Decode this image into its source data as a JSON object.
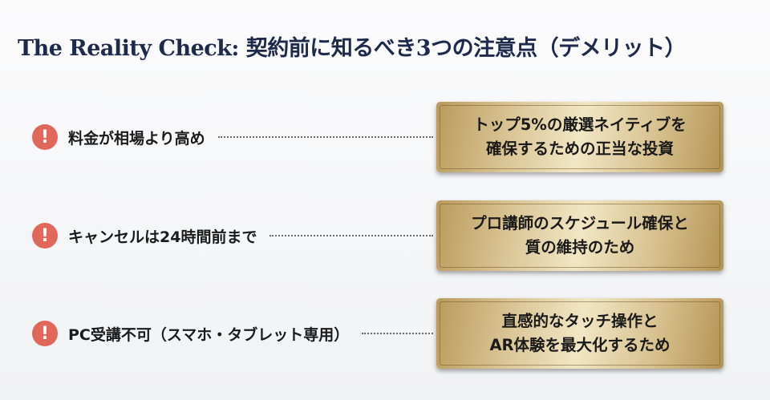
{
  "title": "The Reality Check: 契約前に知るべき3つの注意点（デメリット）",
  "items": [
    {
      "icon": "exclamation-icon",
      "label": "料金が相場より高め",
      "reason": [
        "トップ5%の厳選ネイティブを",
        "確保するための正当な投資"
      ]
    },
    {
      "icon": "exclamation-icon",
      "label": "キャンセルは24時間前まで",
      "reason": [
        "プロ講師のスケジュール確保と",
        "質の維持のため"
      ]
    },
    {
      "icon": "exclamation-icon",
      "label": "PC受講不可（スマホ・タブレット専用）",
      "reason": [
        "直感的なタッチ操作と",
        "AR体験を最大化するため"
      ]
    }
  ],
  "colors": {
    "title": "#1d2a4b",
    "warning": "#e0685a",
    "gold": "#d9c393"
  }
}
